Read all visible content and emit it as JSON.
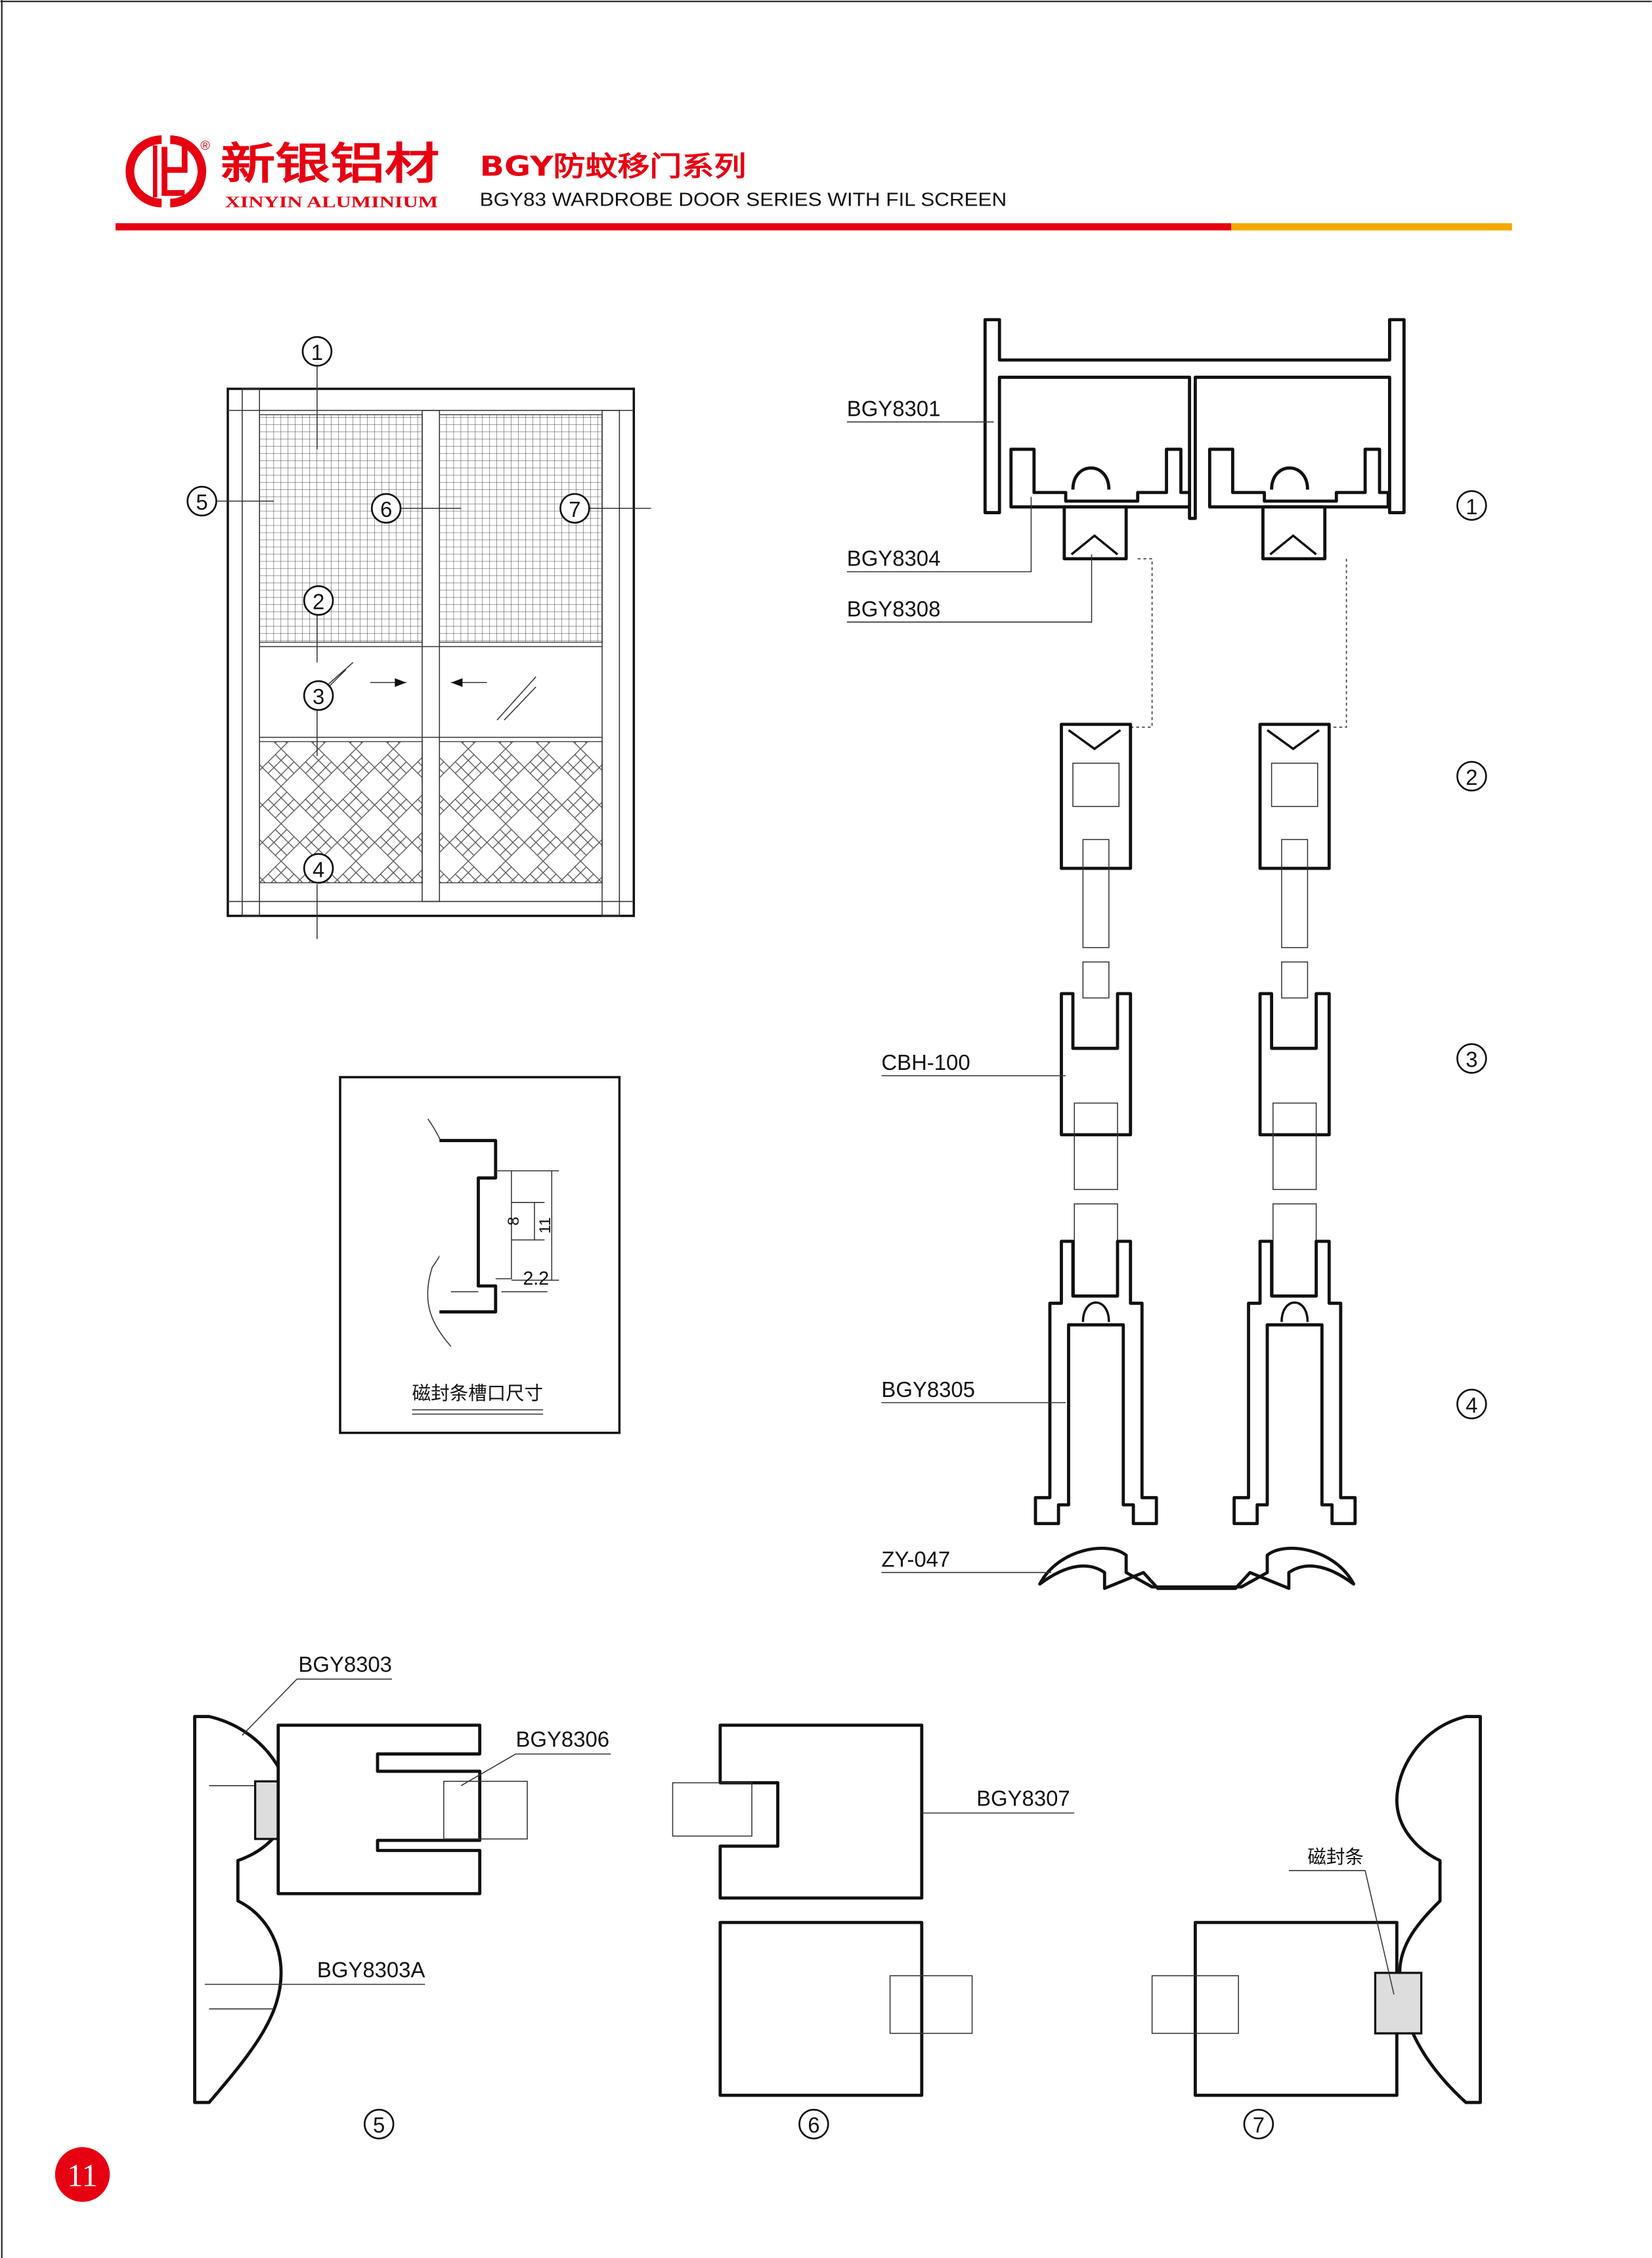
{
  "header": {
    "brand_cn": "新银铝材",
    "brand_en": "XINYIN ALUMINIUM",
    "registered_mark": "®",
    "series_title_cn": "BGY防蚊移门系列",
    "series_title_en": "BGY83 WARDROBE DOOR SERIES WITH FIL SCREEN",
    "brand_color": "#e60012",
    "accent_color": "#f5a800"
  },
  "elevation": {
    "callouts": [
      "1",
      "2",
      "3",
      "4",
      "5",
      "6",
      "7"
    ]
  },
  "slot_detail": {
    "dim_inner": "8",
    "dim_outer": "11",
    "dim_width": "2.2",
    "caption": "磁封条槽口尺寸"
  },
  "vertical_section": {
    "labels": [
      "BGY8301",
      "BGY8304",
      "BGY8308",
      "CBH-100",
      "BGY8305",
      "ZY-047"
    ],
    "row_numbers": [
      "1",
      "2",
      "3",
      "4"
    ]
  },
  "horizontal_sections": {
    "labels": [
      "BGY8303",
      "BGY8306",
      "BGY8303A",
      "BGY8307",
      "磁封条"
    ],
    "numbers": [
      "5",
      "6",
      "7"
    ]
  },
  "page_number": "11"
}
